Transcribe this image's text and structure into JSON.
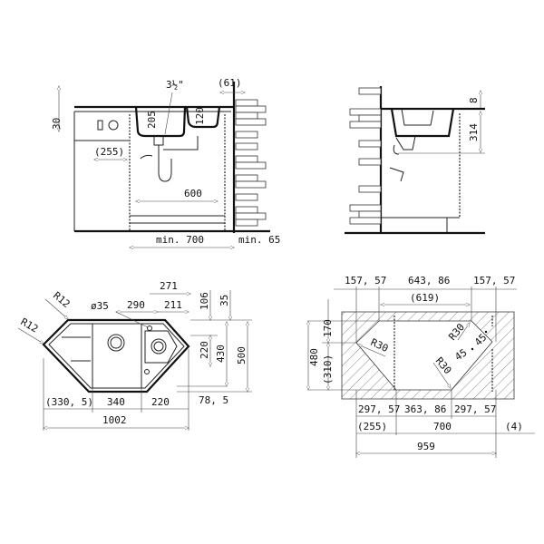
{
  "side_view": {
    "dims": {
      "thickness": "30",
      "offset": "(255)",
      "drain": "3½\"",
      "depth_main": "205",
      "depth_small": "120",
      "wall_gap": "(61)",
      "cabinet_inner": "600",
      "cabinet_min": "min. 700",
      "wall_min": "min. 65"
    }
  },
  "front_view": {
    "dims": {
      "top": "8",
      "depth": "314"
    }
  },
  "top_view": {
    "dims": {
      "width_271": "271",
      "w290": "290",
      "w211": "211",
      "h106": "106",
      "h35": "35",
      "hole": "ø35",
      "radius_1": "R12",
      "radius_2": "R12",
      "h220": "220",
      "h430": "430",
      "h500": "500",
      "b330": "(330, 5)",
      "b340": "340",
      "b220": "220",
      "b78": "78, 5",
      "total": "1002"
    }
  },
  "cutout_view": {
    "dims": {
      "t1": "157, 57",
      "t2": "643, 86",
      "t3": "157, 57",
      "t619": "(619)",
      "h480": "480",
      "h170": "170",
      "h310": "(310)",
      "r1": "R30",
      "r2": "R30",
      "r3": "R30",
      "a1": "45",
      "a2": "45",
      "b1": "297, 57",
      "b2": "363, 86",
      "b3": "297, 57",
      "b255": "(255)",
      "b700": "700",
      "b4": "(4)",
      "total": "959"
    }
  }
}
